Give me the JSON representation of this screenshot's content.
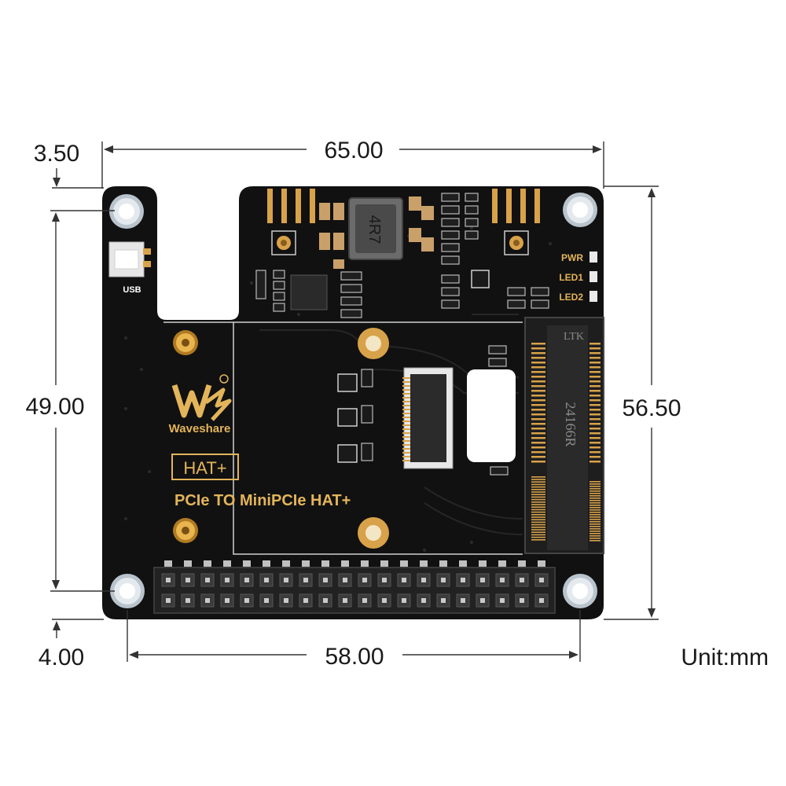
{
  "dimensions": {
    "top_offset": "3.50",
    "width": "65.00",
    "left_height": "49.00",
    "right_height": "56.50",
    "bottom_offset": "4.00",
    "hole_spacing": "58.00",
    "unit": "Unit:mm"
  },
  "board": {
    "usb_label": "USB",
    "led_labels": [
      "PWR",
      "LED1",
      "LED2"
    ],
    "brand": "Waveshare",
    "badge": "HAT+",
    "product_name": "PCIe TO MiniPCIe HAT+",
    "inductor_marking": "4R7",
    "socket_marking_top": "LTK",
    "socket_marking_side": "24166R"
  },
  "colors": {
    "pcb": "#111111",
    "gold": "#d8a24a",
    "silkscreen": "#ffffff",
    "dimension": "#333333"
  }
}
